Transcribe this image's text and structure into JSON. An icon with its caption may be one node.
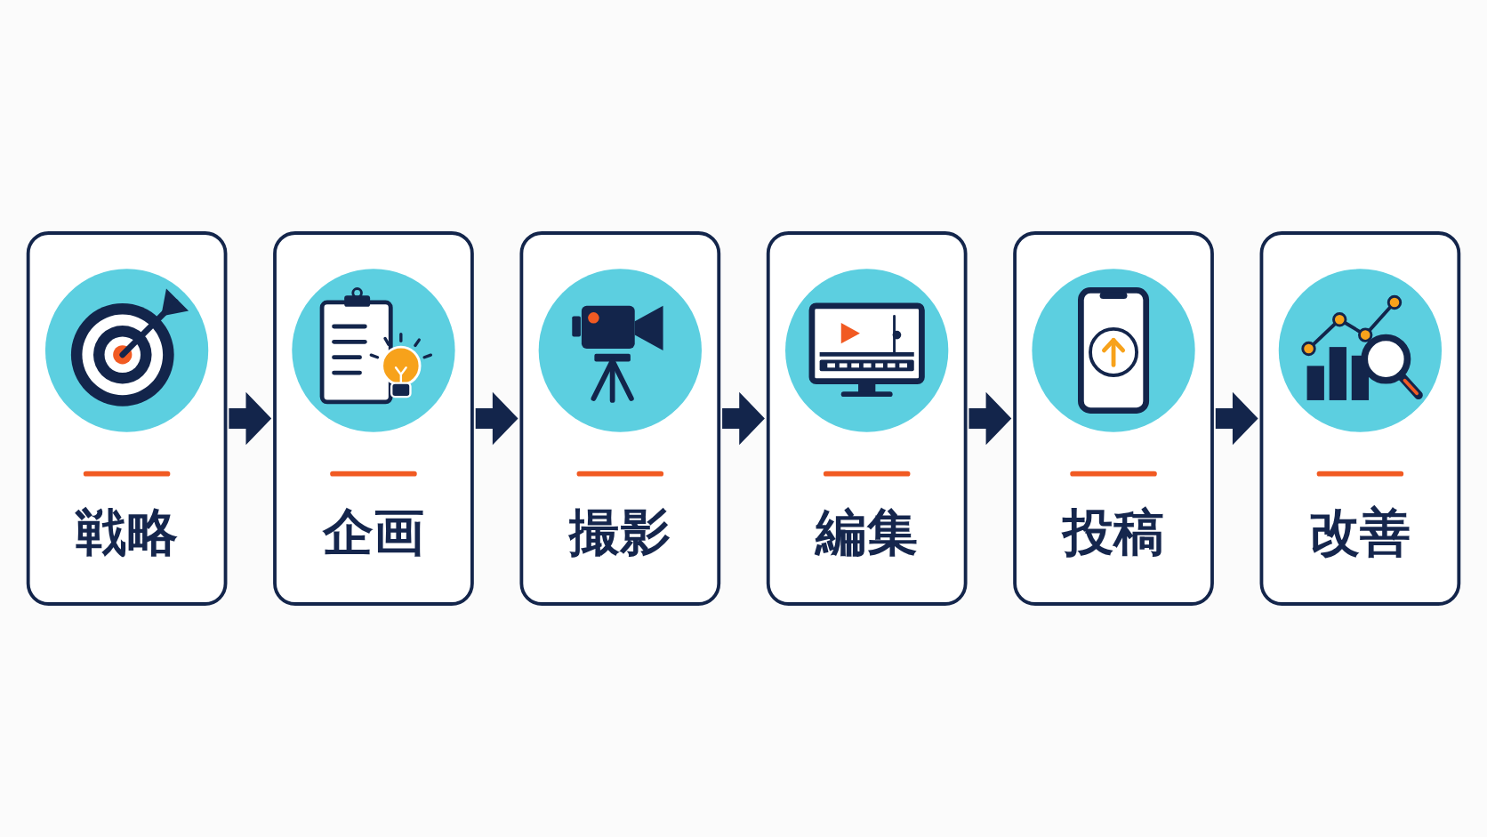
{
  "diagram": {
    "nodes": [
      {
        "text": [
          "戦略"
        ]
      },
      {
        "text": [
          "企画"
        ]
      },
      {
        "text": [
          "撮影"
        ]
      },
      {
        "text": [
          "編集"
        ]
      },
      {
        "text": [
          "投稿"
        ]
      },
      {
        "text": [
          "改善"
        ]
      }
    ],
    "edges": [
      {
        "from": 0,
        "to": 1,
        "arrow": "to"
      },
      {
        "from": 1,
        "to": 2,
        "arrow": "to"
      },
      {
        "from": 2,
        "to": 3,
        "arrow": "to"
      },
      {
        "from": 3,
        "to": 4,
        "arrow": "to"
      },
      {
        "from": 4,
        "to": 5,
        "arrow": "to"
      }
    ]
  }
}
